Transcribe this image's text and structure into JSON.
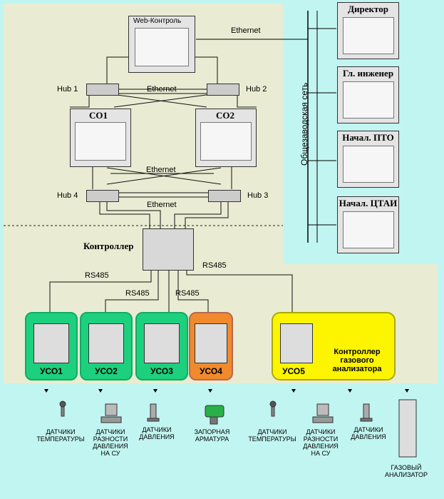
{
  "labels": {
    "web": "Web-Контроль",
    "ethernet_top": "Ethernet",
    "hub1": "Hub 1",
    "hub2": "Hub 2",
    "ethernet_hubs12": "Ethernet",
    "co1": "СО1",
    "co2": "СО2",
    "ethernet_mid": "Ethernet",
    "hub4": "Hub 4",
    "hub3": "Hub 3",
    "ethernet_hubs34": "Ethernet",
    "controller": "Контроллер",
    "rs485_a": "RS485",
    "rs485_b": "RS485",
    "rs485_c": "RS485",
    "rs485_d": "RS485",
    "plant_net": "Общезаводская сеть"
  },
  "right_terminals": [
    "Директор",
    "Гл. инженер",
    "Начал. ПТО",
    "Начал. ЦТАИ"
  ],
  "uso": [
    "УСО1",
    "УСО2",
    "УСО3",
    "УСО4",
    "УСО5"
  ],
  "gas_controller": "Контроллер газового анализатора",
  "sensors": [
    "ДАТЧИКИ ТЕМПЕРАТУРЫ",
    "ДАТЧИКИ РАЗНОСТИ ДАВЛЕНИЯ НА СУ",
    "ДАТЧИКИ ДАВЛЕНИЯ",
    "ЗАПОРНАЯ АРМАТУРА",
    "ДАТЧИКИ ТЕМПЕРАТУРЫ",
    "ДАТЧИКИ РАЗНОСТИ ДАВЛЕНИЯ НА СУ",
    "ДАТЧИКИ ДАВЛЕНИЯ",
    "ГАЗОВЫЙ АНАЛИЗАТОР"
  ],
  "colors": {
    "background": "#c1f5f1",
    "panel": "#e9ecd2",
    "uso_green": "#1dd07e",
    "uso_orange": "#f08a2c",
    "uso5_yellow": "#fdf400"
  }
}
